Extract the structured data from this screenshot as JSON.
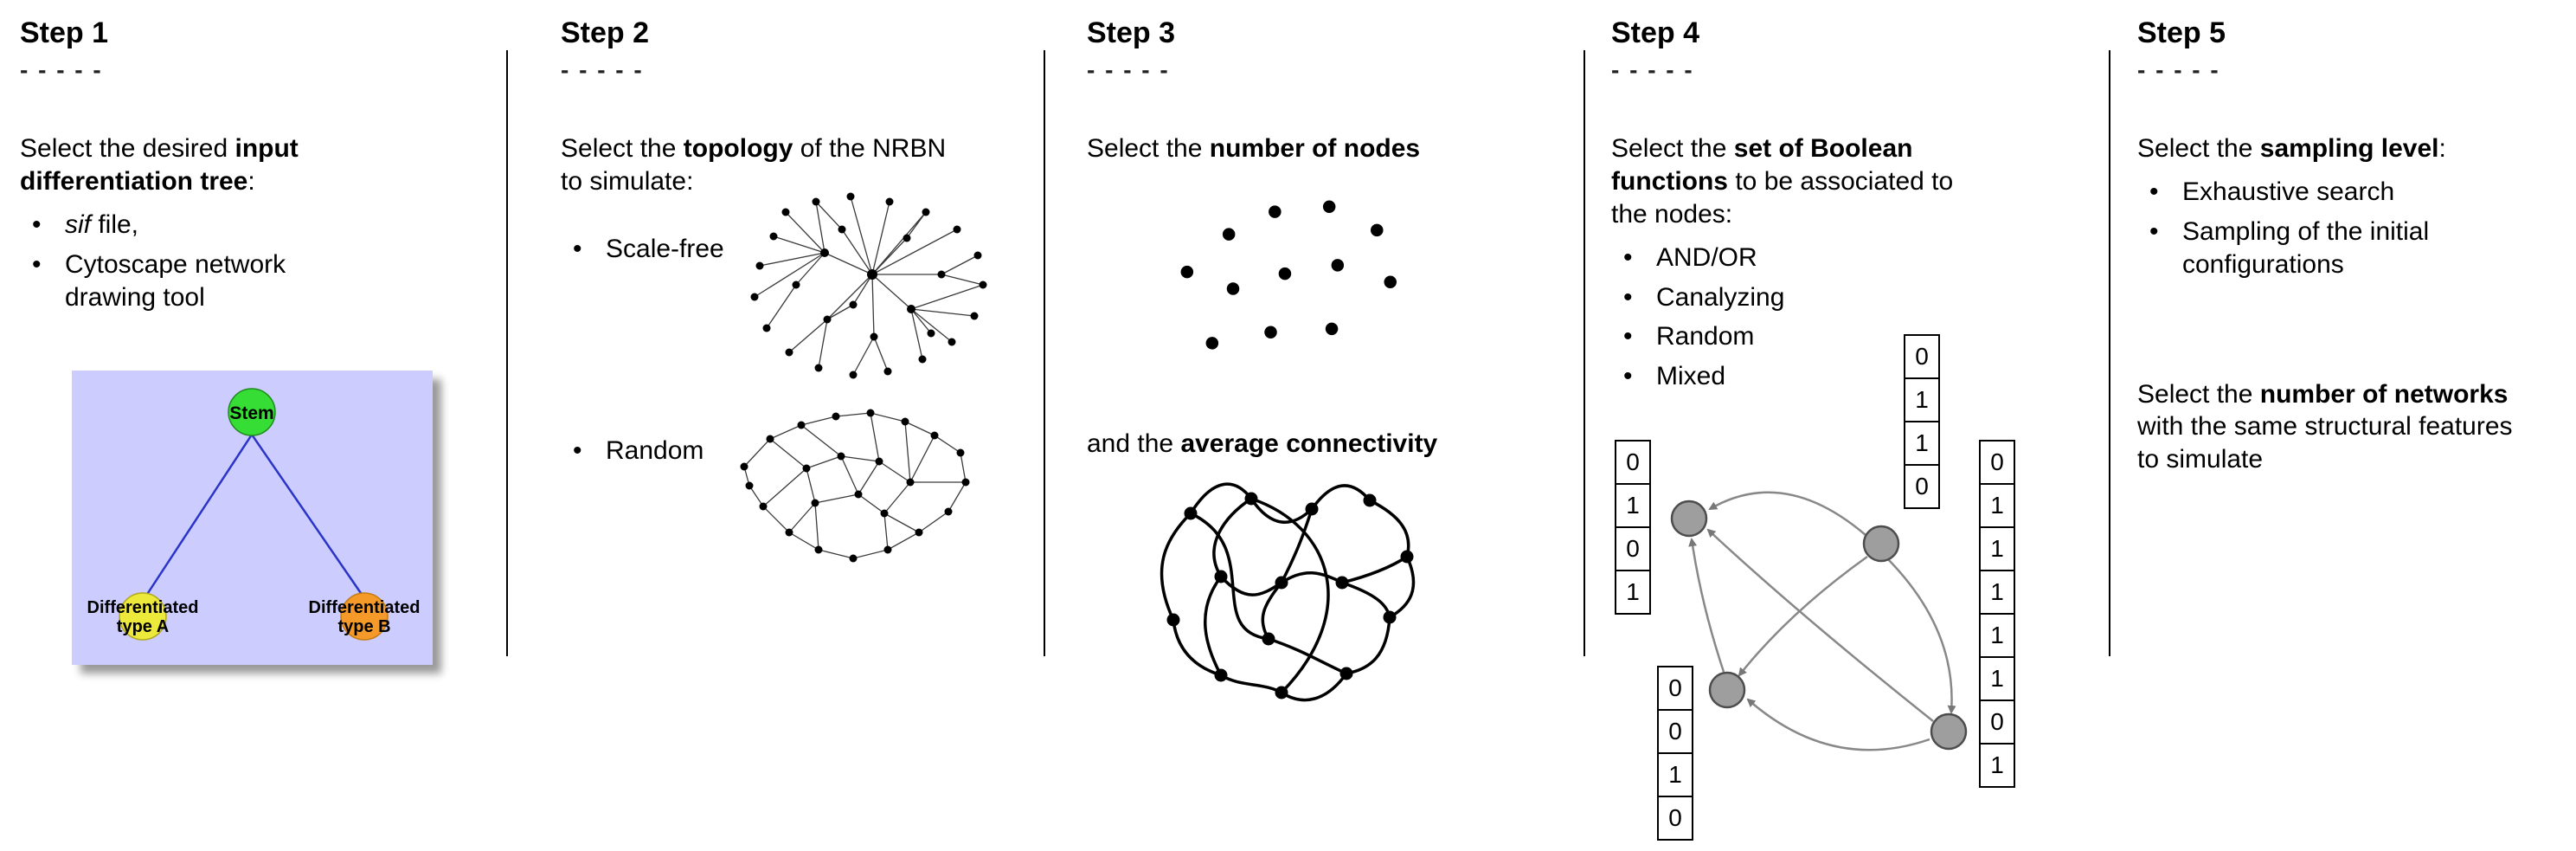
{
  "page": {
    "background": "#ffffff"
  },
  "steps": [
    {
      "title": "Step 1",
      "dashes": "- - - - -",
      "intro": [
        {
          "t": "Select the desired "
        },
        {
          "t": "input differentiation tree",
          "b": true
        },
        {
          "t": ":"
        }
      ],
      "bullets": [
        [
          {
            "t": "sif",
            "i": true
          },
          {
            "t": " file,"
          }
        ],
        [
          {
            "t": "Cytoscape network drawing tool"
          }
        ]
      ],
      "figure": "input-differentiation-tree",
      "tree": {
        "stem": "Stem",
        "left_line1": "Differentiated",
        "left_line2": "type A",
        "right_line1": "Differentiated",
        "right_line2": "type B",
        "colors": {
          "background": "#ccccfe",
          "stem": "#35dd35",
          "left": "#ece93a",
          "right": "#f59a28",
          "edge": "#2a35c8"
        }
      }
    },
    {
      "title": "Step 2",
      "dashes": "- - - - -",
      "intro": [
        {
          "t": "Select the "
        },
        {
          "t": "topology",
          "b": true
        },
        {
          "t": " of the NRBN to simulate:"
        }
      ],
      "bullets": [
        [
          {
            "t": "Scale-free"
          }
        ],
        [
          {
            "t": "Random"
          }
        ]
      ],
      "figures": [
        "scale-free-network",
        "random-network"
      ]
    },
    {
      "title": "Step 3",
      "dashes": "- - - - -",
      "intro": [
        {
          "t": "Select the "
        },
        {
          "t": "number of nodes",
          "b": true
        }
      ],
      "second": [
        {
          "t": "and the "
        },
        {
          "t": "average connectivity",
          "b": true
        }
      ],
      "figures": [
        "scattered-nodes",
        "average-connectivity-network"
      ]
    },
    {
      "title": "Step 4",
      "dashes": "- - - - -",
      "intro": [
        {
          "t": "Select the "
        },
        {
          "t": "set of Boolean functions",
          "b": true
        },
        {
          "t": " to be associated to the nodes:"
        }
      ],
      "bullets": [
        [
          {
            "t": "AND/OR"
          }
        ],
        [
          {
            "t": "Canalyzing"
          }
        ],
        [
          {
            "t": "Random"
          }
        ],
        [
          {
            "t": "Mixed"
          }
        ]
      ],
      "figure": "boolean-network-with-truth-tables",
      "tables": {
        "left": [
          "0",
          "1",
          "0",
          "1"
        ],
        "top": [
          "0",
          "1",
          "1",
          "0"
        ],
        "right": [
          "0",
          "1",
          "1",
          "1",
          "1",
          "1",
          "0",
          "1"
        ],
        "bottom": [
          "0",
          "0",
          "1",
          "0"
        ]
      }
    },
    {
      "title": "Step 5",
      "dashes": "- - - - -",
      "intro": [
        {
          "t": "Select the "
        },
        {
          "t": "sampling level",
          "b": true
        },
        {
          "t": ":"
        }
      ],
      "bullets": [
        [
          {
            "t": "Exhaustive search"
          }
        ],
        [
          {
            "t": "Sampling of the initial configurations"
          }
        ]
      ],
      "second": [
        {
          "t": "Select the "
        },
        {
          "t": "number of networks",
          "b": true
        },
        {
          "t": " with the same structural features to simulate"
        }
      ]
    }
  ]
}
